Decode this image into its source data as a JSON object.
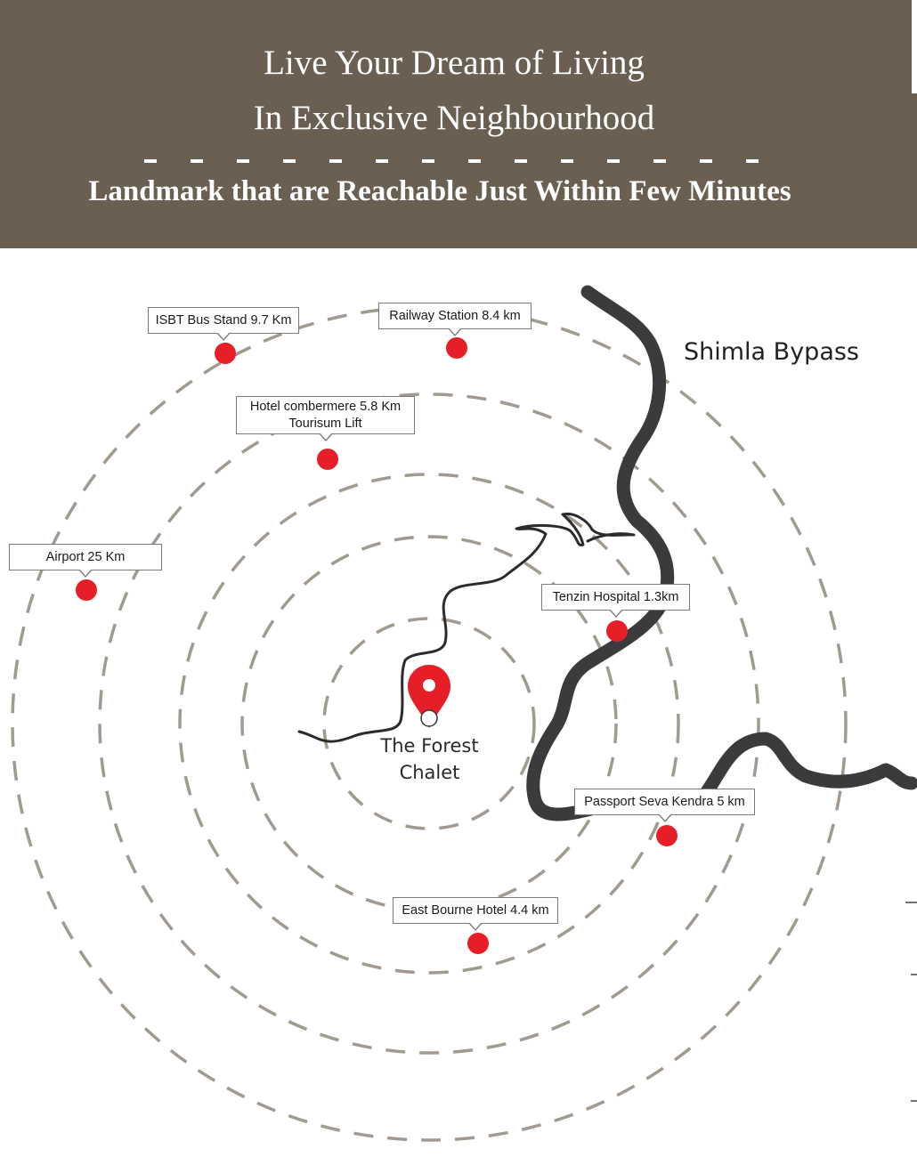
{
  "header": {
    "headline_line1": "Live Your Dream of Living",
    "headline_line2": "In Exclusive Neighbourhood",
    "subheading": "Landmark that are Reachable Just Within Few Minutes",
    "background_color": "#6b5f51"
  },
  "map": {
    "road_label": "Shimla Bypass",
    "center_place": {
      "line1": "The Forest",
      "line2": "Chalet",
      "icon": "location-pin-icon"
    },
    "ring_color": "#a09a90",
    "road_color": "#3a3b3d",
    "marker_color": "#e61e27",
    "landmarks": [
      {
        "id": "isbt",
        "label": "ISBT Bus Stand 9.7 Km"
      },
      {
        "id": "railway",
        "label": "Railway Station 8.4 km"
      },
      {
        "id": "combermere",
        "label_line1": "Hotel combermere 5.8 Km",
        "label_line2": "Tourisum Lift"
      },
      {
        "id": "airport",
        "label": "Airport 25 Km"
      },
      {
        "id": "tenzin",
        "label": "Tenzin Hospital 1.3km"
      },
      {
        "id": "passport",
        "label": "Passport Seva Kendra 5 km"
      },
      {
        "id": "eastbourne",
        "label": "East Bourne Hotel 4.4 km"
      }
    ]
  }
}
